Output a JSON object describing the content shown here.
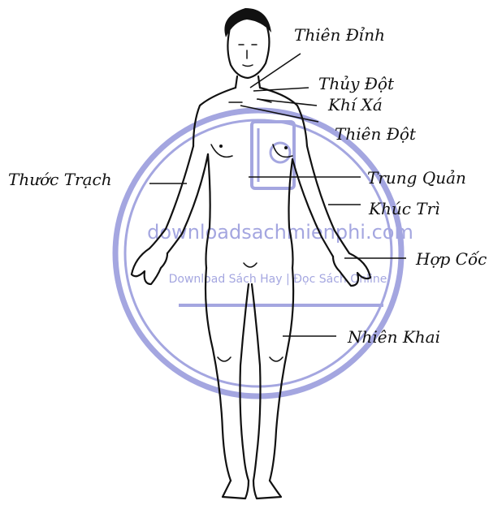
{
  "labels": {
    "thien_dinh": "Thiên Đỉnh",
    "thuy_dot": "Thủy Đột",
    "khi_xa": "Khí Xá",
    "thien_dot": "Thiên Đột",
    "thuoc_trach": "Thước Trạch",
    "trung_quan": "Trung Quản",
    "khuc_tri": "Khúc Trì",
    "hop_coc": "Hợp Cốc",
    "nhien_khai": "Nhiên Khai"
  },
  "watermark": {
    "site": "downloadsachmienphi.com",
    "tagline": "Download Sách Hay | Đọc Sách Online",
    "color": "#5b5fc7"
  },
  "colors": {
    "ink": "#111111",
    "watermark": "#5b5fc7"
  }
}
